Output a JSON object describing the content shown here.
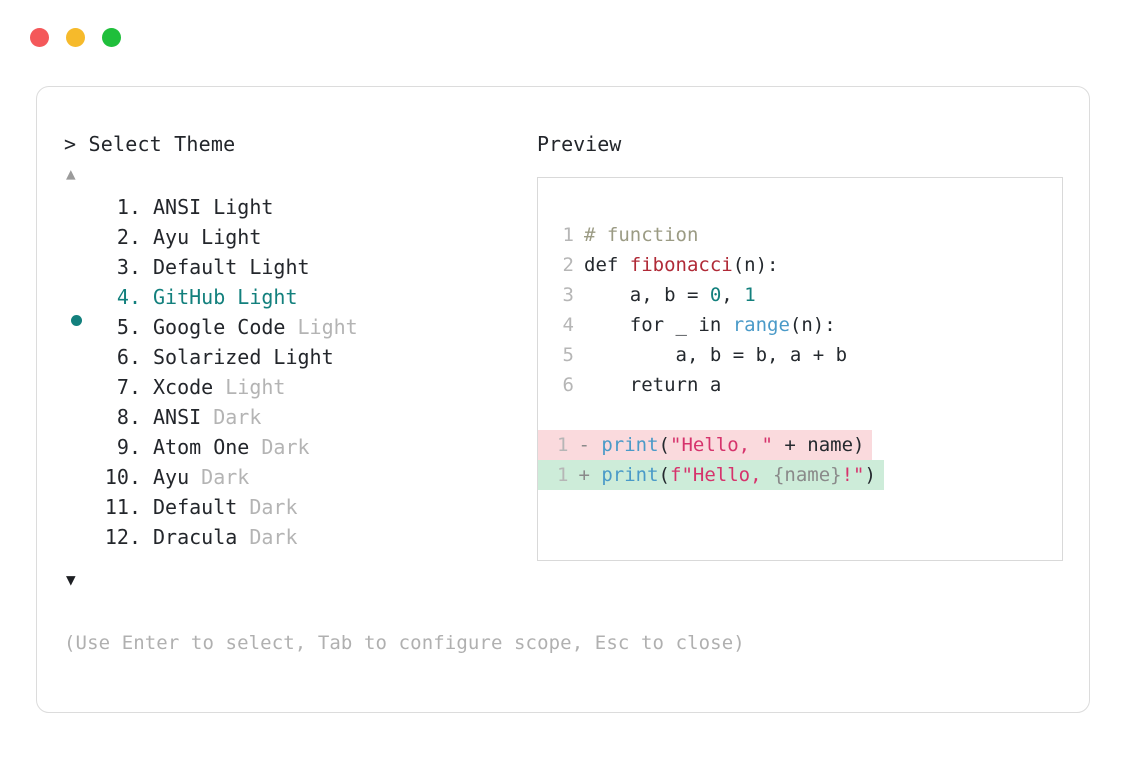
{
  "window": {
    "traffic_lights": [
      {
        "name": "close",
        "color": "#f4585a"
      },
      {
        "name": "minimize",
        "color": "#f6ba2b"
      },
      {
        "name": "maximize",
        "color": "#1fbf3b"
      }
    ]
  },
  "selector": {
    "prompt": "> Select Theme",
    "scroll_up_glyph": "▲",
    "scroll_down_glyph": "▼",
    "selected_index": 4,
    "selected_color": "#13807d",
    "items": [
      {
        "num": " 1.",
        "name": "ANSI",
        "variant": "Light",
        "variant_dim": false
      },
      {
        "num": " 2.",
        "name": "Ayu",
        "variant": "Light",
        "variant_dim": false
      },
      {
        "num": " 3.",
        "name": "Default",
        "variant": "Light",
        "variant_dim": false
      },
      {
        "num": " 4.",
        "name": "GitHub",
        "variant": "Light",
        "variant_dim": false
      },
      {
        "num": " 5.",
        "name": "Google Code",
        "variant": "Light",
        "variant_dim": true
      },
      {
        "num": " 6.",
        "name": "Solarized",
        "variant": "Light",
        "variant_dim": false
      },
      {
        "num": " 7.",
        "name": "Xcode",
        "variant": "Light",
        "variant_dim": true
      },
      {
        "num": " 8.",
        "name": "ANSI",
        "variant": "Dark",
        "variant_dim": true
      },
      {
        "num": " 9.",
        "name": "Atom One",
        "variant": "Dark",
        "variant_dim": true
      },
      {
        "num": "10.",
        "name": "Ayu",
        "variant": "Dark",
        "variant_dim": true
      },
      {
        "num": "11.",
        "name": "Default",
        "variant": "Dark",
        "variant_dim": true
      },
      {
        "num": "12.",
        "name": "Dracula",
        "variant": "Dark",
        "variant_dim": true
      }
    ],
    "hint": "(Use Enter to select, Tab to configure scope, Esc to close)"
  },
  "preview": {
    "label": "Preview",
    "code_lines": [
      {
        "ln": "1",
        "tokens": [
          {
            "t": "# function",
            "c": "comment"
          }
        ]
      },
      {
        "ln": "2",
        "tokens": [
          {
            "t": "def ",
            "c": "def"
          },
          {
            "t": "fibonacci",
            "c": "fn"
          },
          {
            "t": "(n):",
            "c": "plain"
          }
        ]
      },
      {
        "ln": "3",
        "tokens": [
          {
            "t": "    a, b = ",
            "c": "plain"
          },
          {
            "t": "0",
            "c": "num"
          },
          {
            "t": ", ",
            "c": "plain"
          },
          {
            "t": "1",
            "c": "num"
          }
        ]
      },
      {
        "ln": "4",
        "tokens": [
          {
            "t": "    for _ in ",
            "c": "plain"
          },
          {
            "t": "range",
            "c": "builtin"
          },
          {
            "t": "(n):",
            "c": "plain"
          }
        ]
      },
      {
        "ln": "5",
        "tokens": [
          {
            "t": "        a, b = b, a + b",
            "c": "plain"
          }
        ]
      },
      {
        "ln": "6",
        "tokens": [
          {
            "t": "    return a",
            "c": "plain"
          }
        ]
      }
    ],
    "diff_lines": [
      {
        "ln": "1",
        "kind": "del",
        "bg": "#fadadd",
        "tokens": [
          {
            "t": "- ",
            "c": "sign"
          },
          {
            "t": "print",
            "c": "builtin"
          },
          {
            "t": "(",
            "c": "plain"
          },
          {
            "t": "\"Hello, \"",
            "c": "str"
          },
          {
            "t": " + name)",
            "c": "plain"
          }
        ]
      },
      {
        "ln": "1",
        "kind": "add",
        "bg": "#cdecd9",
        "tokens": [
          {
            "t": "+ ",
            "c": "sign"
          },
          {
            "t": "print",
            "c": "builtin"
          },
          {
            "t": "(",
            "c": "plain"
          },
          {
            "t": "f\"Hello, ",
            "c": "str"
          },
          {
            "t": "{name}",
            "c": "brace"
          },
          {
            "t": "!\"",
            "c": "str"
          },
          {
            "t": ")",
            "c": "plain"
          }
        ]
      }
    ]
  }
}
